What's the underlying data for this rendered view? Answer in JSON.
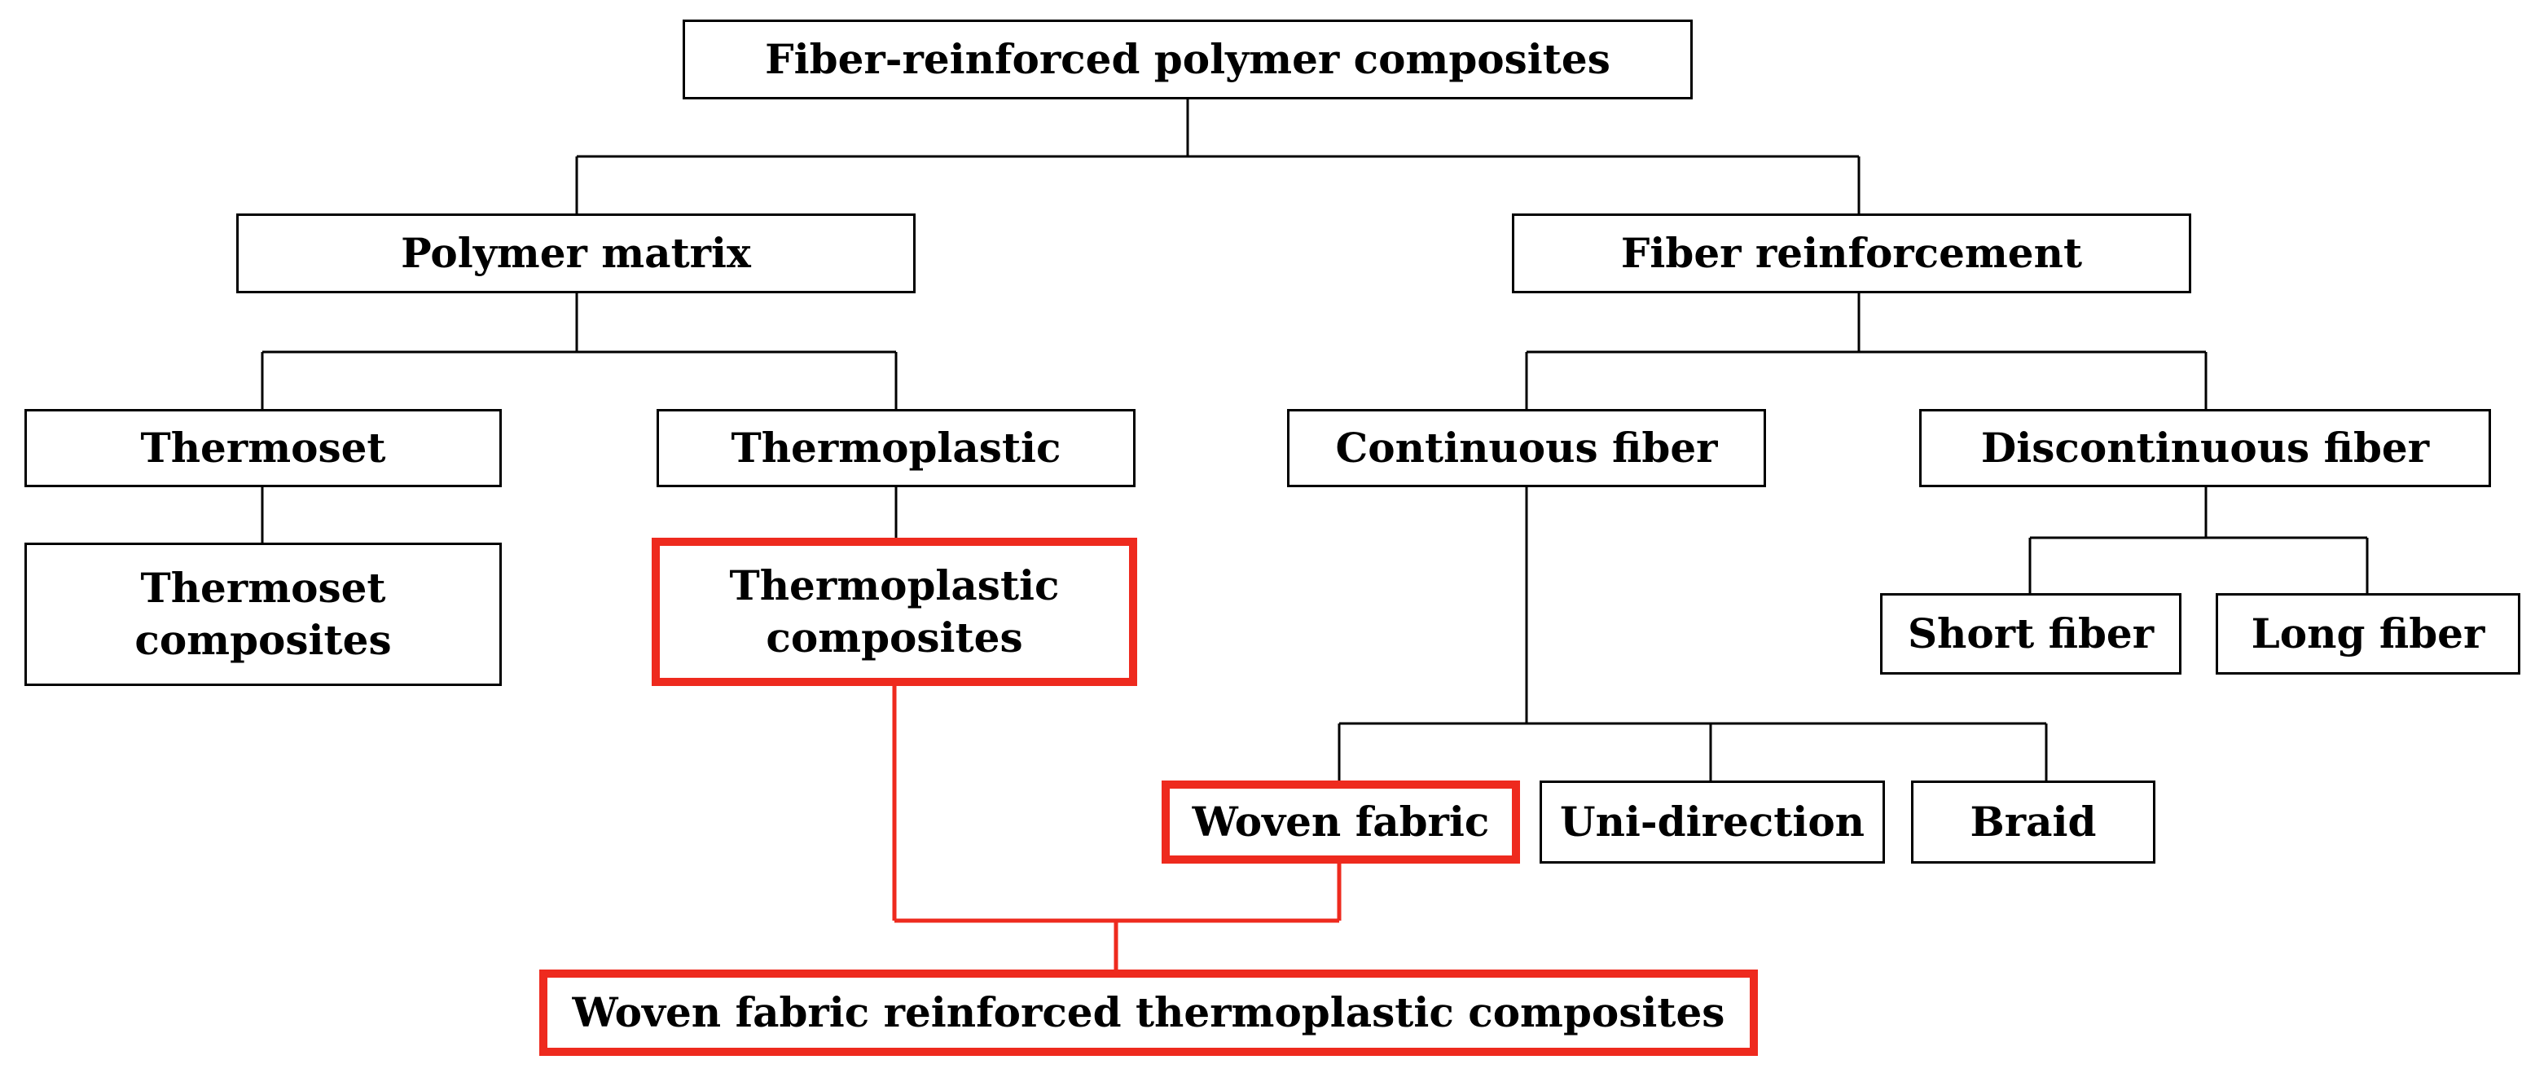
{
  "diagram": {
    "root": "Fiber-reinforced polymer composites",
    "polymer_matrix": "Polymer matrix",
    "fiber_reinforcement": "Fiber reinforcement",
    "thermoset": "Thermoset",
    "thermoplastic": "Thermoplastic",
    "continuous_fiber": "Continuous fiber",
    "discontinuous_fiber": "Discontinuous fiber",
    "thermoset_composites": [
      "Thermoset",
      "composites"
    ],
    "thermoplastic_composites": [
      "Thermoplastic",
      "composites"
    ],
    "short_fiber": "Short fiber",
    "long_fiber": "Long fiber",
    "woven_fabric": "Woven fabric",
    "uni_direction": "Uni-direction",
    "braid": "Braid",
    "result": "Woven fabric reinforced thermoplastic composites"
  },
  "colors": {
    "highlight": "#ee2a1e",
    "box_border": "#000000",
    "text": "#000000"
  }
}
